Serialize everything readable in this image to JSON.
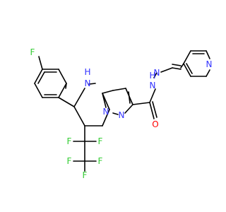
{
  "colors": {
    "carbon_bond": "#000000",
    "fluorine": "#33cc33",
    "nitrogen": "#3333ff",
    "oxygen": "#ff0000",
    "hydrogen": "#3333ff"
  },
  "labels": {
    "f_aryl": "F",
    "f1": "F",
    "f2": "F",
    "f3": "F",
    "f4": "F",
    "f5": "F",
    "nh_ring": "N",
    "nh_ring_h": "H",
    "n_bridge": "N",
    "n_pyrazole": "N",
    "o_carbonyl": "O",
    "nh_hydrazide": "N",
    "nh_hydrazide_h": "H",
    "n_imine": "N",
    "n_pyridine": "N"
  }
}
